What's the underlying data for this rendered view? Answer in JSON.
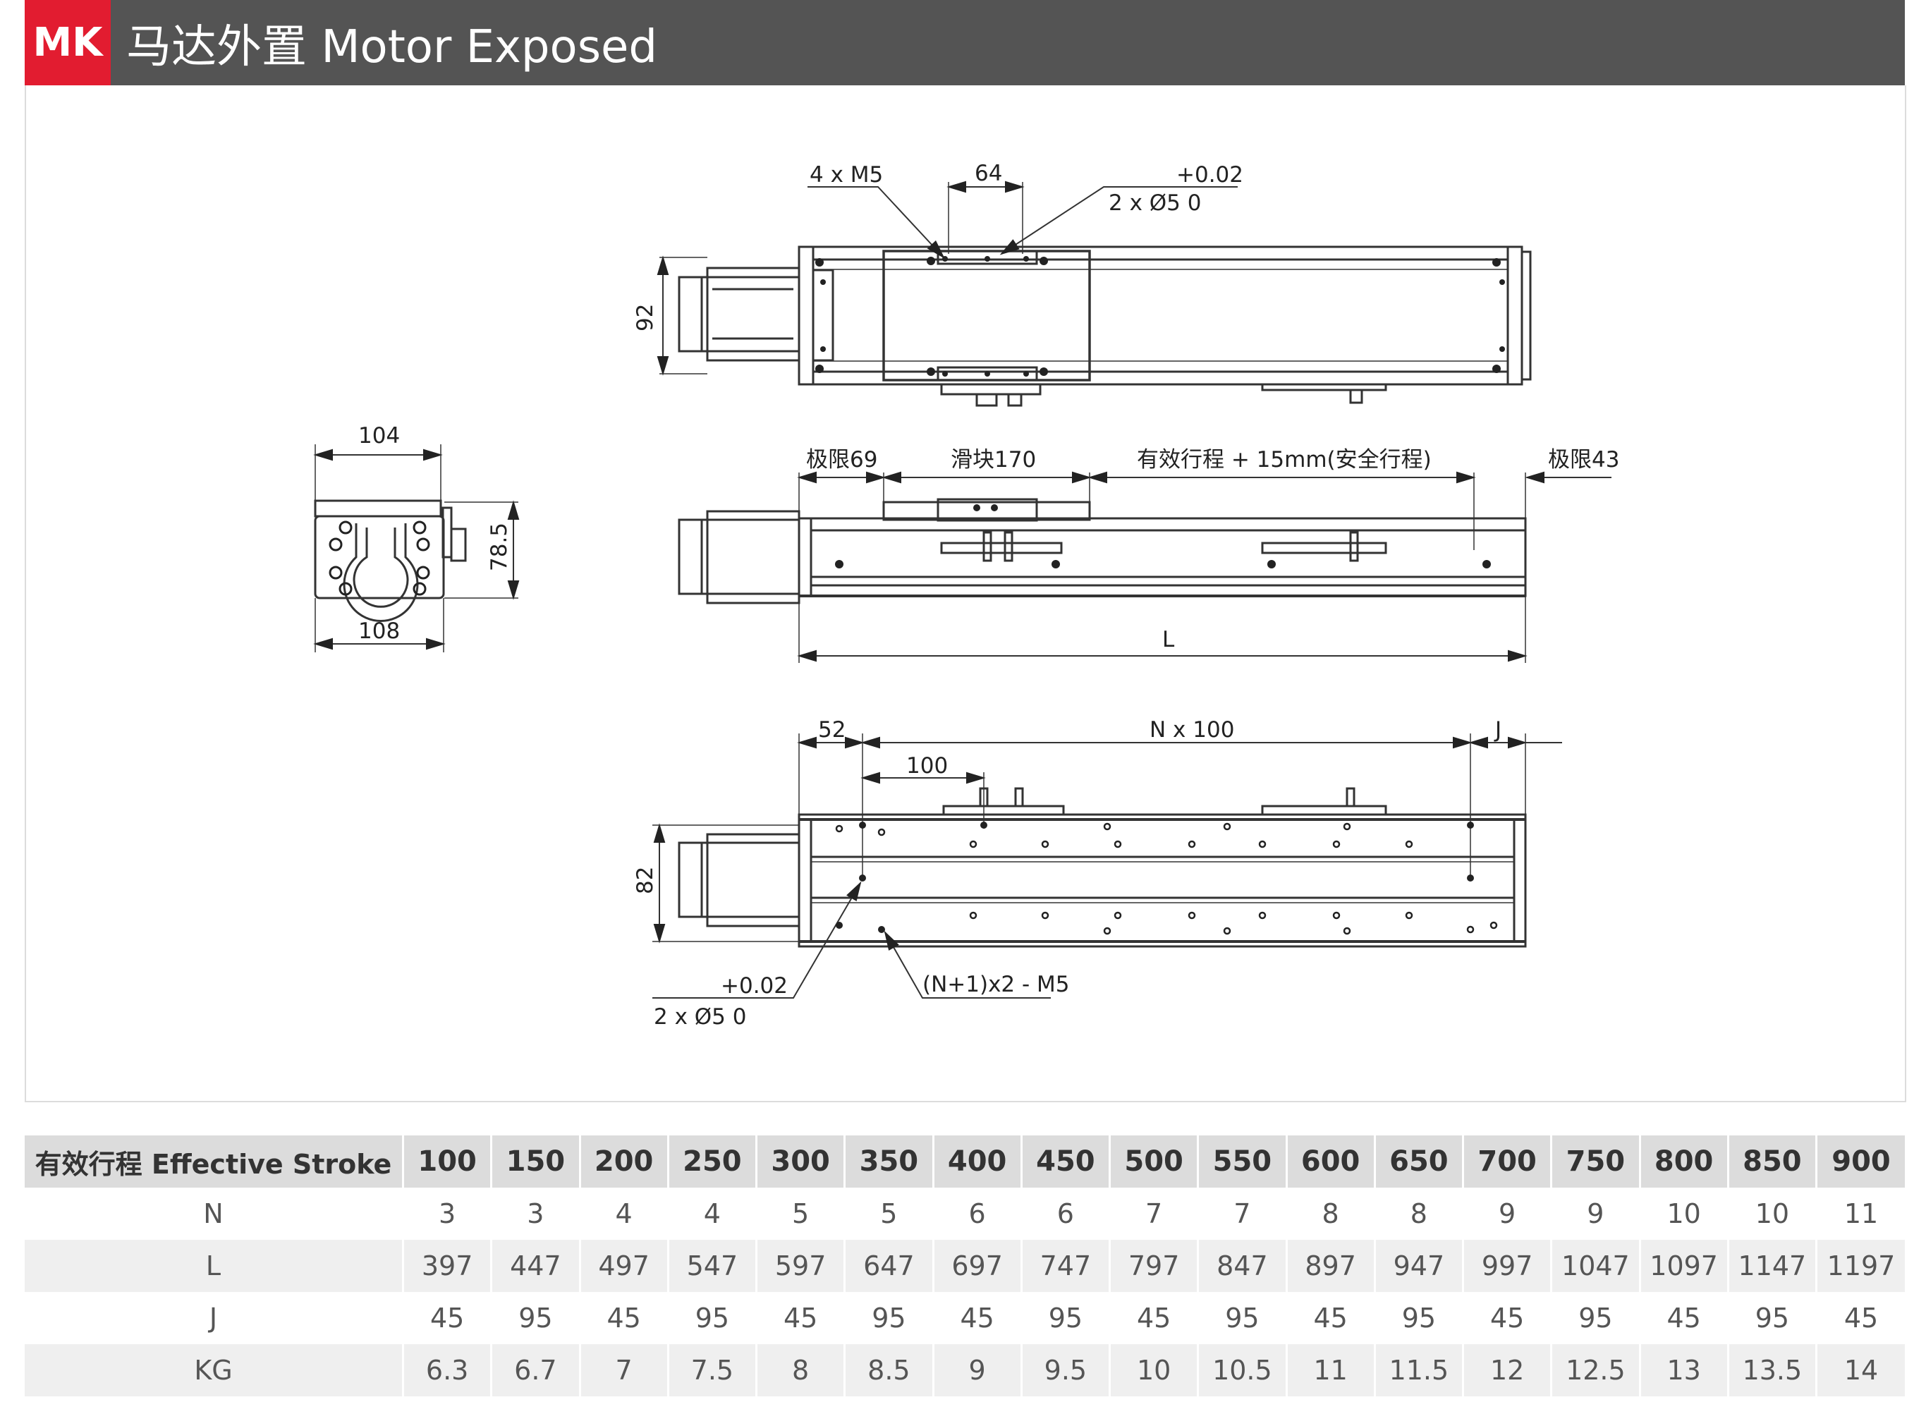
{
  "header": {
    "badge": "MK",
    "title": "马达外置 Motor Exposed"
  },
  "colors": {
    "badge_red": "#e21c30",
    "header_gray": "#545454",
    "table_header": "#dcdcdc",
    "table_alt_row": "#efefef"
  },
  "top_view": {
    "holes_label": "4 x M5",
    "spacing": "64",
    "tolerance": "+0.02",
    "pin_label": "2 x Ø5   0",
    "height": "92"
  },
  "side_view": {
    "limit_left": "极限69",
    "slider": "滑块170",
    "stroke": "有效行程 + 15mm(安全行程)",
    "limit_right": "极限43",
    "length": "L"
  },
  "end_view": {
    "top_width": "104",
    "bottom_width": "108",
    "height": "78.5"
  },
  "bottom_view": {
    "offset": "52",
    "pitch_total": "N x 100",
    "end_gap": "J",
    "pitch": "100",
    "height": "82",
    "tolerance": "+0.02",
    "pin_label": "2 x Ø5   0",
    "thread_label": "(N+1)x2 - M5"
  },
  "table": {
    "header_label": "有效行程 Effective Stroke",
    "strokes": [
      "100",
      "150",
      "200",
      "250",
      "300",
      "350",
      "400",
      "450",
      "500",
      "550",
      "600",
      "650",
      "700",
      "750",
      "800",
      "850",
      "900"
    ],
    "rows": [
      {
        "label": "N",
        "values": [
          "3",
          "3",
          "4",
          "4",
          "5",
          "5",
          "6",
          "6",
          "7",
          "7",
          "8",
          "8",
          "9",
          "9",
          "10",
          "10",
          "11"
        ]
      },
      {
        "label": "L",
        "values": [
          "397",
          "447",
          "497",
          "547",
          "597",
          "647",
          "697",
          "747",
          "797",
          "847",
          "897",
          "947",
          "997",
          "1047",
          "1097",
          "1147",
          "1197"
        ]
      },
      {
        "label": "J",
        "values": [
          "45",
          "95",
          "45",
          "95",
          "45",
          "95",
          "45",
          "95",
          "45",
          "95",
          "45",
          "95",
          "45",
          "95",
          "45",
          "95",
          "45"
        ]
      },
      {
        "label": "KG",
        "values": [
          "6.3",
          "6.7",
          "7",
          "7.5",
          "8",
          "8.5",
          "9",
          "9.5",
          "10",
          "10.5",
          "11",
          "11.5",
          "12",
          "12.5",
          "13",
          "13.5",
          "14"
        ]
      }
    ]
  }
}
